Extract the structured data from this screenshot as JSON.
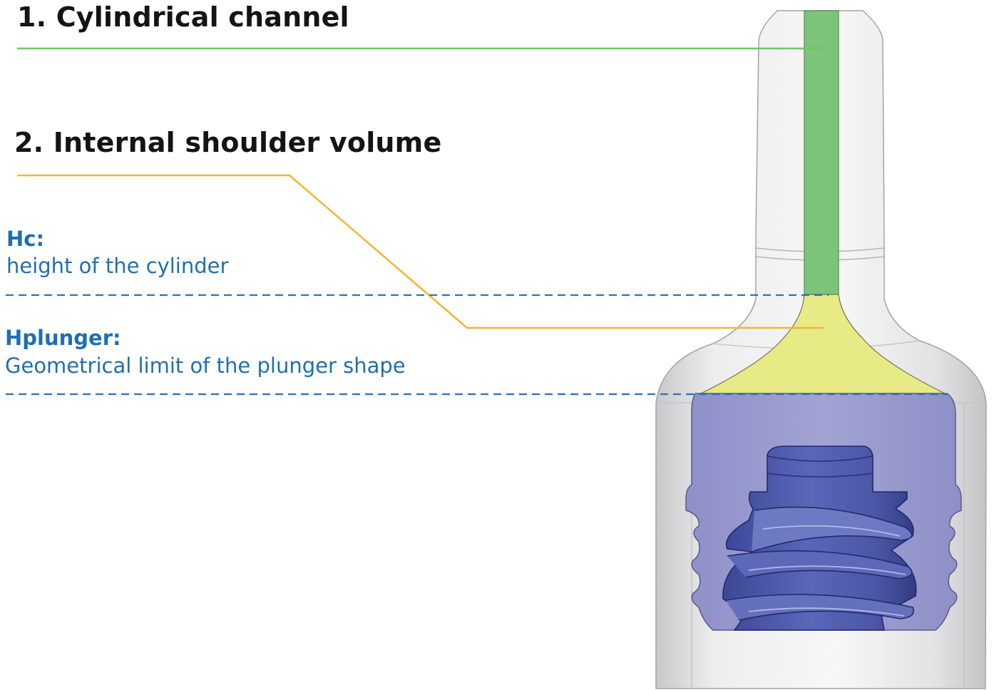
{
  "labels": {
    "cylindrical_channel": "1. Cylindrical channel",
    "internal_shoulder_volume": "2. Internal shoulder volume",
    "hc_title": "Hc:",
    "hc_description": "height of the cylinder",
    "hplunger_title": "Hplunger:",
    "hplunger_description": "Geometrical limit of the plunger shape"
  },
  "colors": {
    "channel_green": "#7cc47a",
    "shoulder_yellow": "#e8ea86",
    "cap_purple": "#9c9dd0",
    "screw_blue": "#4b56a6",
    "leader_green": "#72c56a",
    "leader_orange": "#f2b630",
    "dashed_blue": "#2a72b8",
    "title_text": "#141414",
    "blue_text": "#1f6fb0"
  }
}
